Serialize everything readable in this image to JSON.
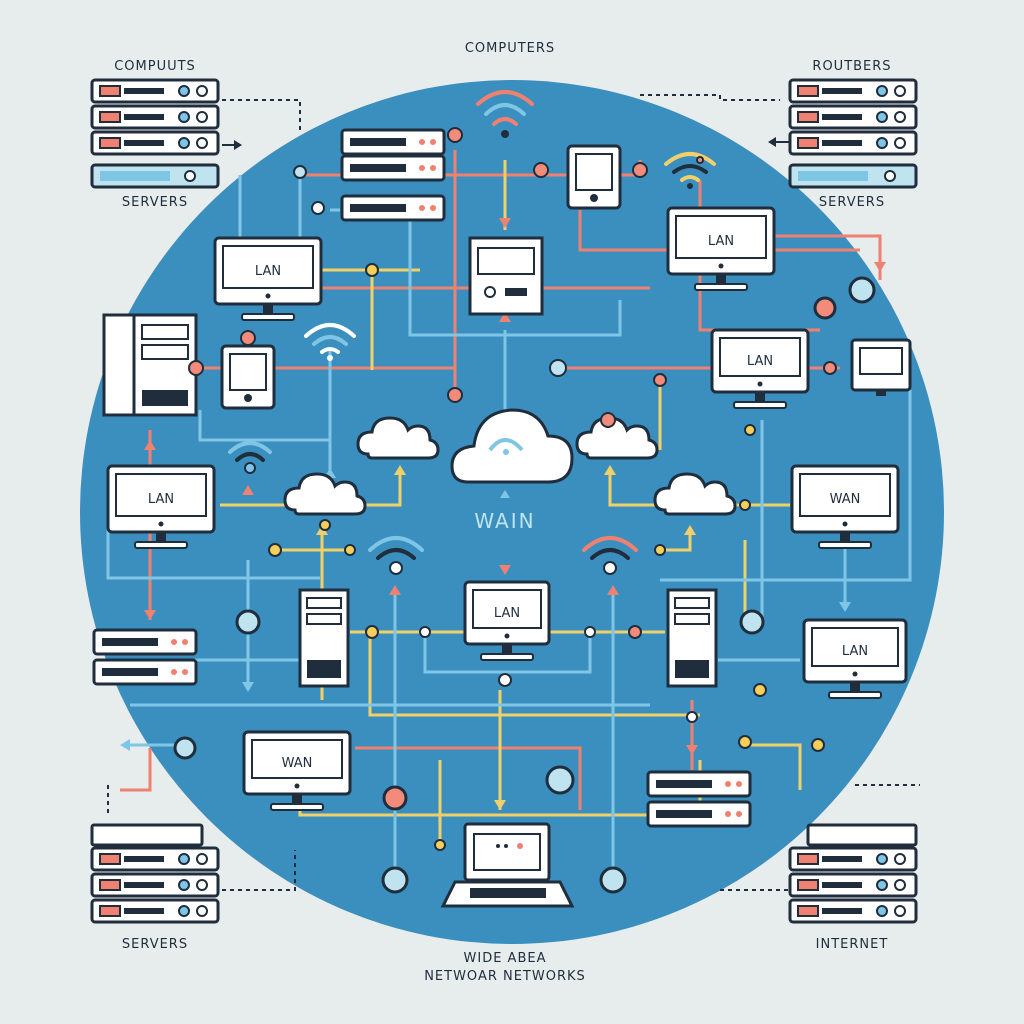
{
  "labels": {
    "top_center": "COMPUTERS",
    "top_left": "COMPUUTS",
    "top_right": "ROUTBERS",
    "left_servers": "SERVERS",
    "right_servers": "SERVERS",
    "bottom_left": "SERVERS",
    "bottom_right": "INTERNET",
    "bottom_center_line1": "WIDE ABEA",
    "bottom_center_line2": "NETWOAR NETWORKS",
    "center": "WAIN"
  },
  "monitors": [
    {
      "id": "m1",
      "label": "LAN"
    },
    {
      "id": "m2",
      "label": "LAN"
    },
    {
      "id": "m3",
      "label": "LAN"
    },
    {
      "id": "m4",
      "label": "LAN"
    },
    {
      "id": "m5",
      "label": "WAN"
    },
    {
      "id": "m6",
      "label": "LAN"
    },
    {
      "id": "m7",
      "label": "LAN"
    },
    {
      "id": "m8",
      "label": "WAN"
    }
  ],
  "colors": {
    "background": "#e7ecec",
    "circle": "#3b8fbf",
    "line_red": "#f08070",
    "line_yellow": "#f1d06a",
    "line_blue": "#7fc6e6",
    "node_red": "#f28b7a",
    "node_yellow": "#f6cf5a",
    "node_blue": "#bfe3ef",
    "device_fill": "#ffffff",
    "device_stroke": "#1f2d3d"
  }
}
